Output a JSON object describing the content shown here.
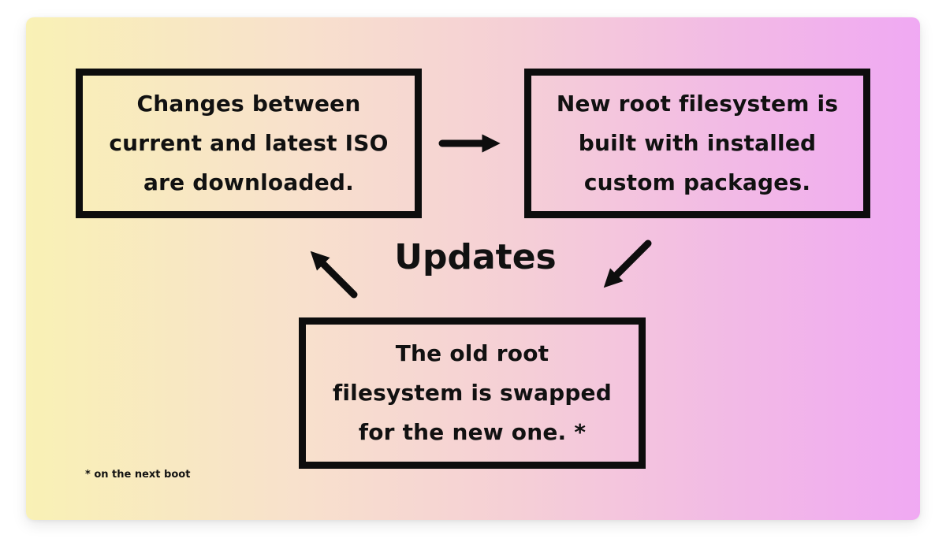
{
  "diagram": {
    "title": "Updates",
    "steps": [
      {
        "text": "Changes between\ncurrent and latest ISO\nare downloaded."
      },
      {
        "text": "New root filesystem is\nbuilt with installed\ncustom packages."
      },
      {
        "text": "The old root\nfilesystem is swapped\nfor the new one. *"
      }
    ],
    "footnote": "* on the next boot",
    "colors": {
      "gradient_start": "#f9f1b5",
      "gradient_end": "#f0a9f3",
      "ink": "#0d0d0d"
    },
    "arrows": [
      {
        "from": "step-1",
        "to": "step-2",
        "icon": "arrow-right-icon"
      },
      {
        "from": "step-2",
        "to": "step-3",
        "icon": "arrow-down-left-icon"
      },
      {
        "from": "step-3",
        "to": "step-1",
        "icon": "arrow-up-left-icon"
      }
    ]
  }
}
